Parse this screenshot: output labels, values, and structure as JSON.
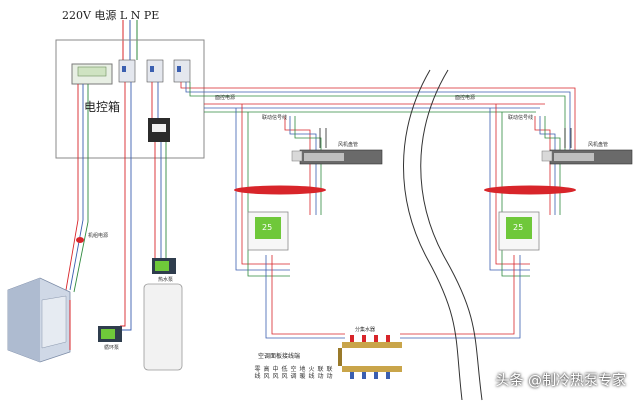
{
  "title": "220V  电源  L  N  PE",
  "control_box_label": "电控箱",
  "labels": {
    "power_line_left": "面控电源",
    "power_line_right": "面控电源",
    "signal_line_left": "联动信号线",
    "signal_line_right": "联动信号线",
    "fan_coil_left": "风机盘管",
    "fan_coil_right": "风机盘管",
    "heat_pump_cable": "机组电源",
    "water_pump": "热水泵",
    "circulation_pump": "循环泵",
    "manifold": "分集水器",
    "wiring_note": "空调面板接线端"
  },
  "thermostat_display": "25",
  "terminal_columns": [
    "零线",
    "高风",
    "中风",
    "低风",
    "空调",
    "地暖",
    "火线",
    "联动",
    "联动"
  ],
  "watermark": "头条 @制冷热泵专家",
  "colors": {
    "red": "#d8252a",
    "blue": "#3b5fb0",
    "green": "#2f8a3f",
    "black": "#222222",
    "screen": "#6fc83a",
    "frame": "#9a9a9a"
  }
}
